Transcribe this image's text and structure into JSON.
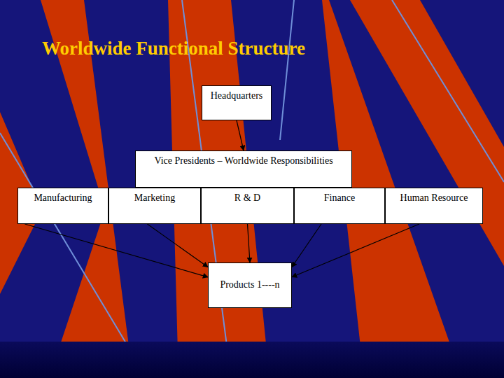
{
  "diagram": {
    "title": "Worldwide Functional Structure",
    "nodes": [
      {
        "text": [
          "Headquarters"
        ]
      },
      {
        "text": [
          "Vice Presidents – Worldwide Responsibilities"
        ]
      },
      {
        "text": [
          "Manufacturing"
        ]
      },
      {
        "text": [
          "Marketing"
        ]
      },
      {
        "text": [
          "R & D"
        ]
      },
      {
        "text": [
          "Finance"
        ]
      },
      {
        "text": [
          "Human Resource"
        ]
      },
      {
        "text": [
          "Products 1----n"
        ]
      }
    ],
    "edges": [
      {
        "from": 0,
        "to": 1,
        "arrow": "to"
      },
      {
        "from": 2,
        "to": 7,
        "arrow": "to"
      },
      {
        "from": 3,
        "to": 7,
        "arrow": "to"
      },
      {
        "from": 4,
        "to": 7,
        "arrow": "to"
      },
      {
        "from": 5,
        "to": 7,
        "arrow": "to"
      },
      {
        "from": 6,
        "to": 7,
        "arrow": "to"
      }
    ]
  }
}
